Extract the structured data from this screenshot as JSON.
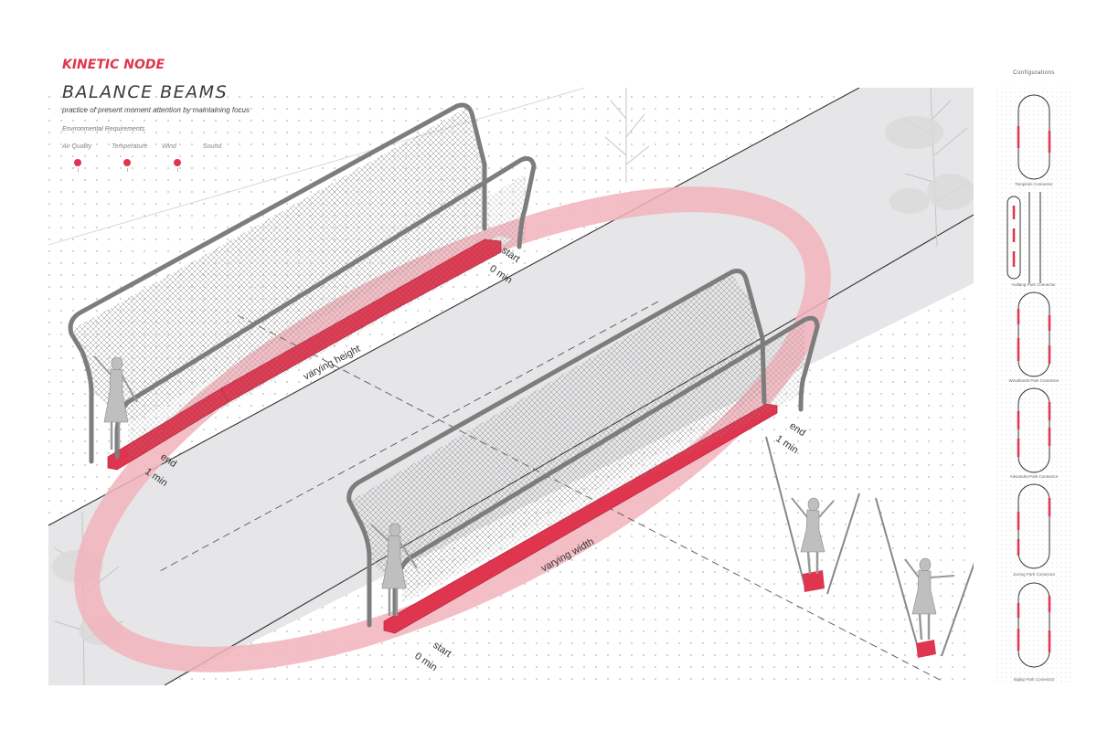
{
  "header": {
    "kicker": "KINETIC NODE",
    "title": "BALANCE BEAMS",
    "subtitle": "practice of present moment attention by maintaining focus"
  },
  "environment": {
    "title": "Environmental Requirements",
    "items": [
      {
        "label": "Air Quality",
        "active": true
      },
      {
        "label": "Temperature",
        "active": true
      },
      {
        "label": "Wind",
        "active": true
      },
      {
        "label": "Sound",
        "active": false
      }
    ]
  },
  "annotations": {
    "beam1_start_word": "start",
    "beam1_start_time": "0 min",
    "beam1_end_word": "end",
    "beam1_end_time": "1 min",
    "beam1_feature": "varying height",
    "beam2_start_word": "start",
    "beam2_start_time": "0 min",
    "beam2_end_word": "end",
    "beam2_end_time": "1 min",
    "beam2_feature": "varying width"
  },
  "configurations": {
    "title": "Configurations",
    "items": [
      "Tampines Connector",
      "Kallang Park Connector",
      "Woodlands Park Connector",
      "Alexandra Park Connector",
      "Jurong Park Connector",
      "Siglap Park Connector"
    ]
  },
  "colors": {
    "accent": "#e0354e",
    "frame": "#7d7d7d",
    "path": "#e6e6e8",
    "halo": "#f2b3bc"
  }
}
